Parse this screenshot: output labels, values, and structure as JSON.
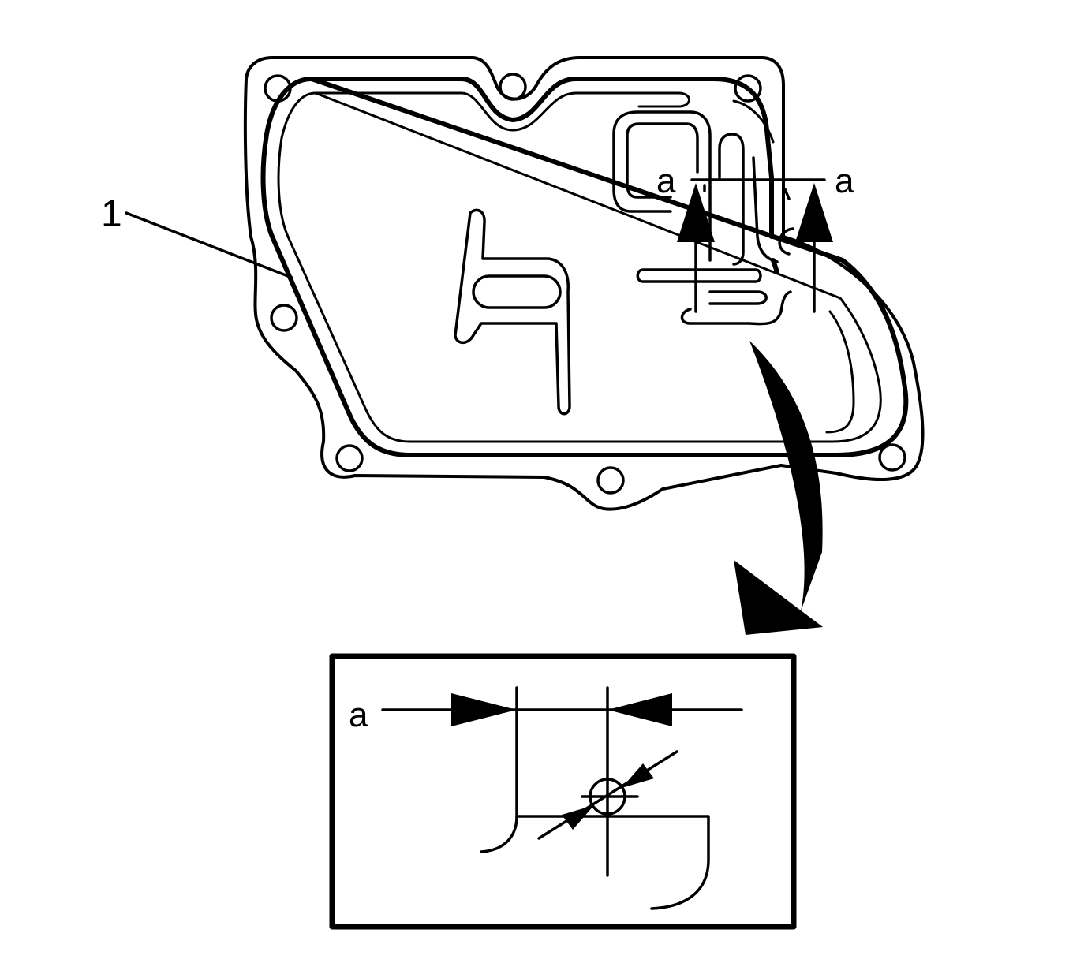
{
  "diagram": {
    "callouts": {
      "part_1": "1",
      "section_left": "a",
      "section_right": "a",
      "detail": "a"
    },
    "colors": {
      "line": "#000000",
      "background": "#ffffff"
    }
  }
}
